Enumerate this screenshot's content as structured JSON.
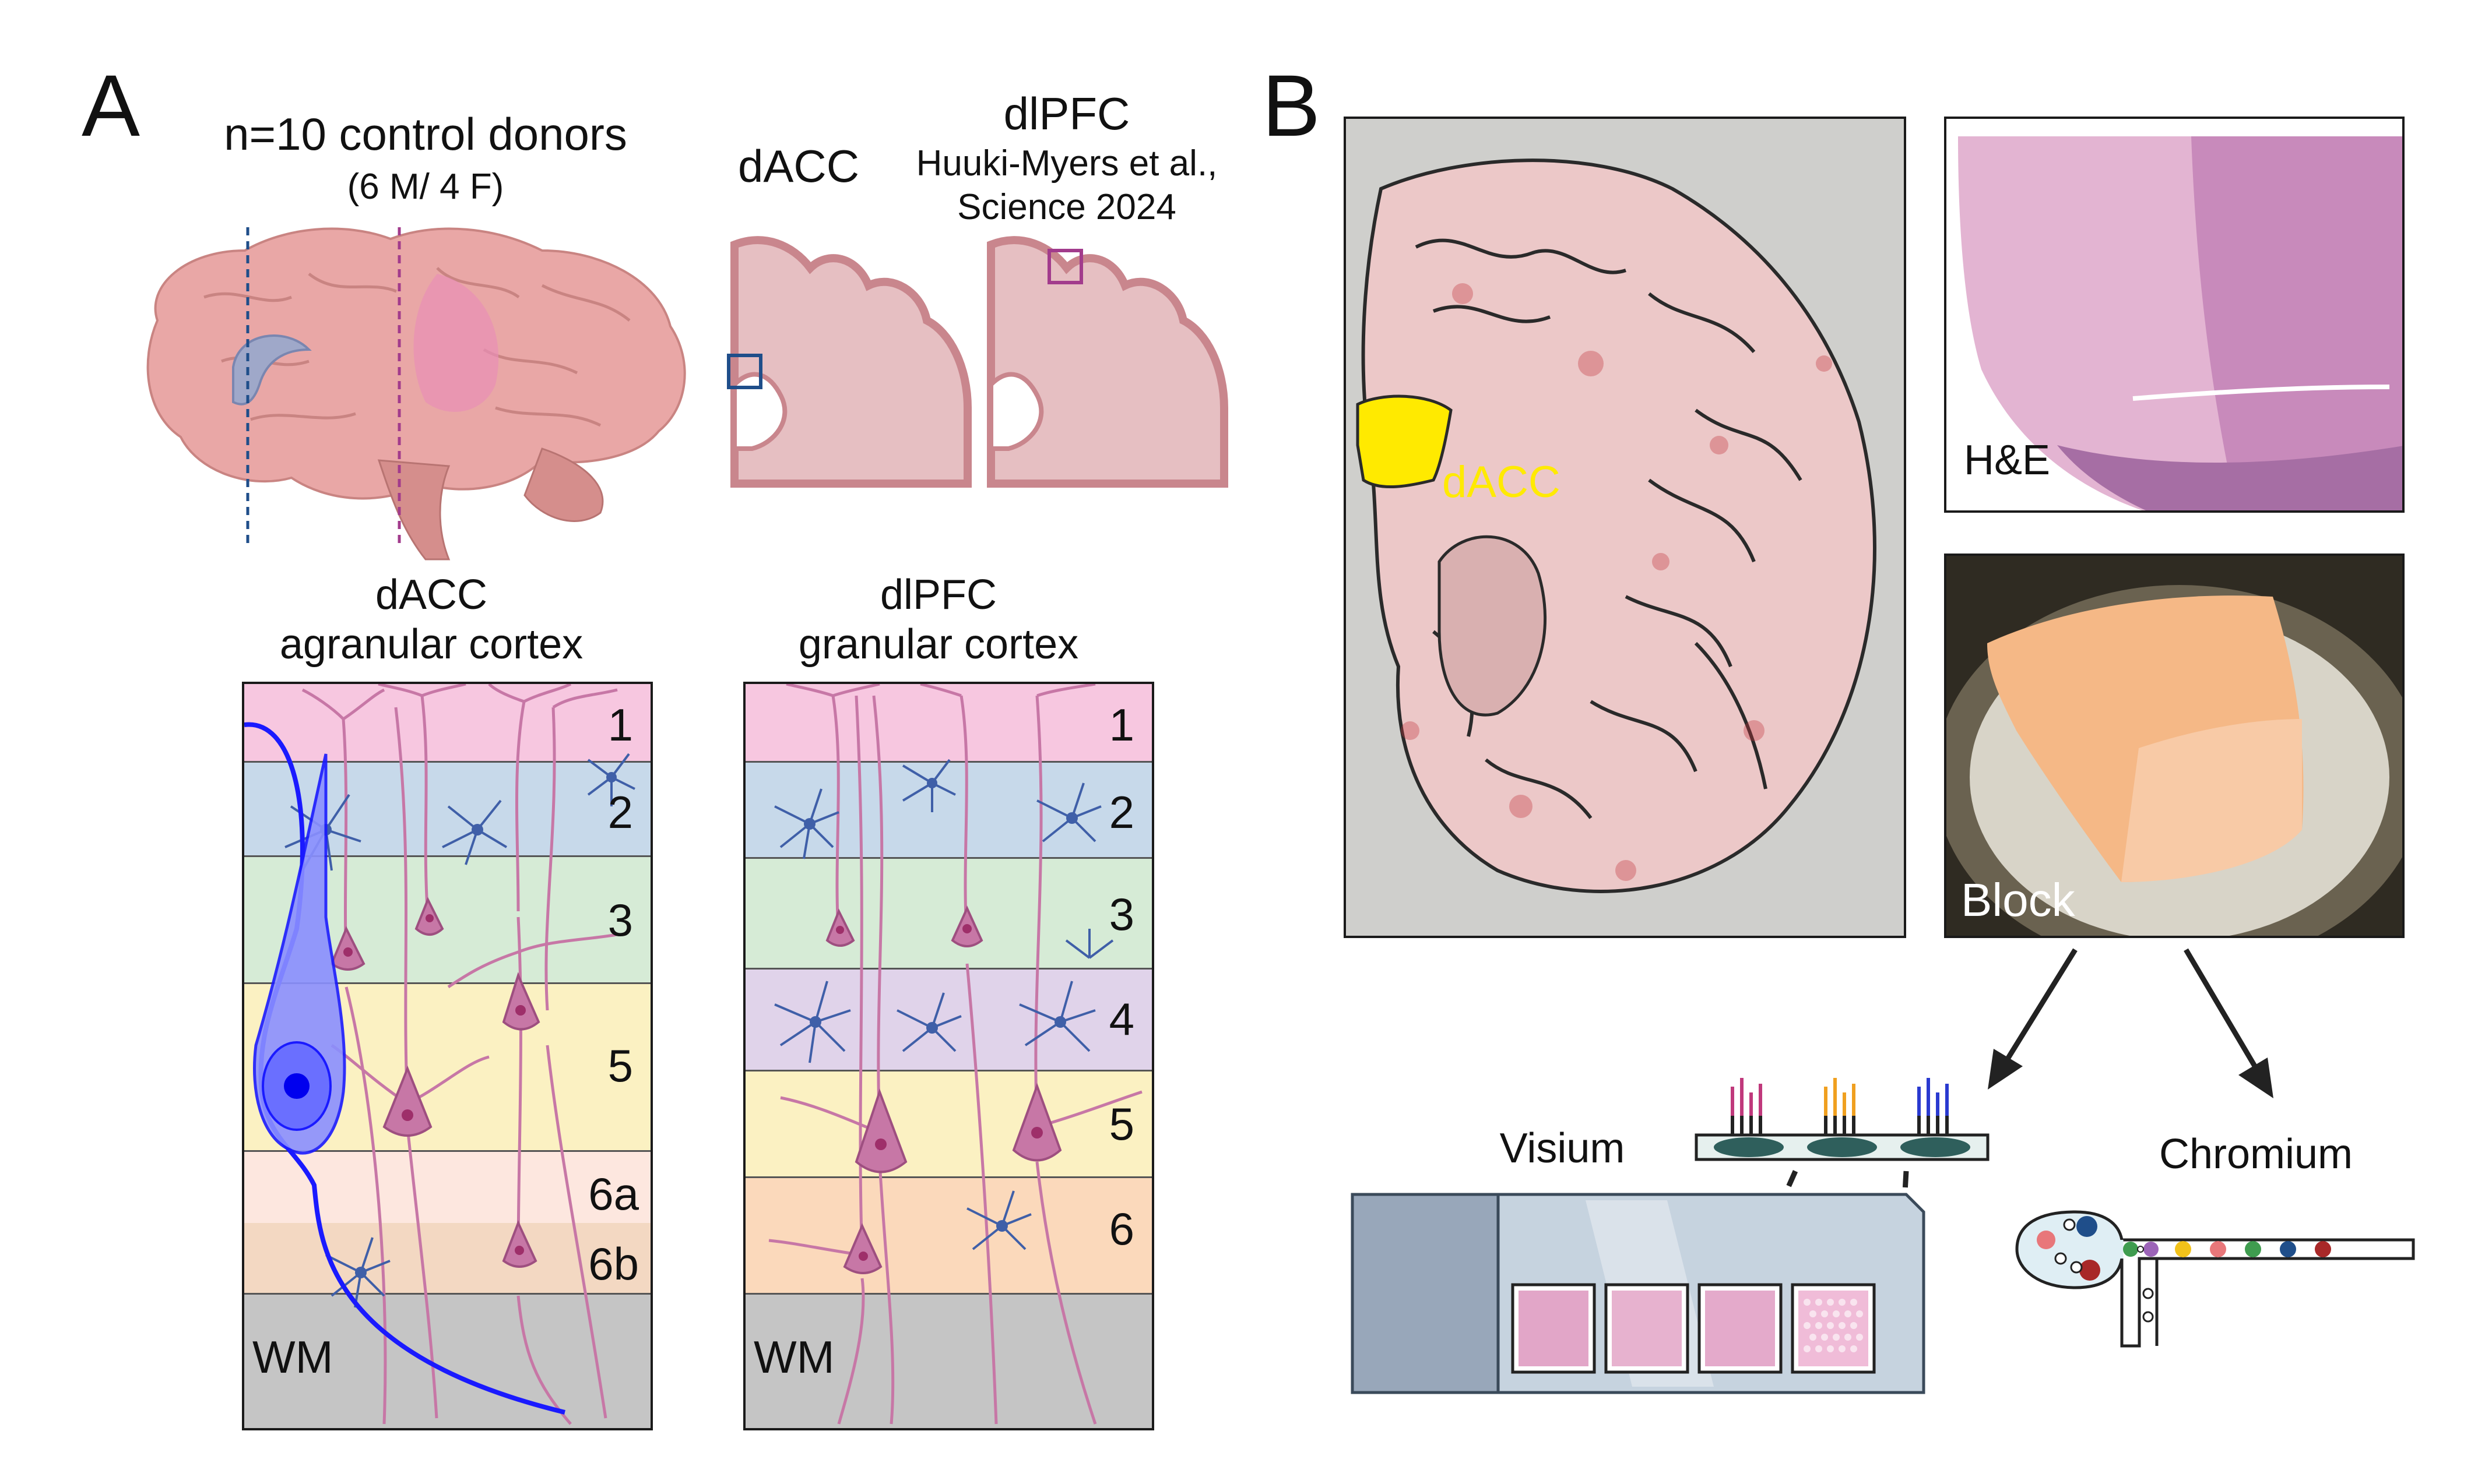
{
  "panelA": {
    "letter": "A",
    "title": "n=10 control donors",
    "subtitle": "(6 M/ 4 F)",
    "region1": "dACC",
    "region2": "dlPFC",
    "citation_line1": "Huuki-Myers et al.,",
    "citation_line2": "Science 2024",
    "left_column": {
      "title_line1": "dACC",
      "title_line2": "agranular cortex",
      "layers": [
        "1",
        "2",
        "3",
        "5",
        "6a",
        "6b",
        "WM"
      ]
    },
    "right_column": {
      "title_line1": "dlPFC",
      "title_line2": "granular cortex",
      "layers": [
        "1",
        "2",
        "3",
        "4",
        "5",
        "6",
        "WM"
      ]
    }
  },
  "panelB": {
    "letter": "B",
    "section_label": "dACC",
    "he_label": "H&E",
    "block_label": "Block",
    "visium_label": "Visium",
    "chromium_label": "Chromium"
  },
  "colors": {
    "layer1": "#f7c7e0",
    "layer2": "#c7d9ea",
    "layer3": "#d6ebd6",
    "layer4": "#e0d3ea",
    "layer5": "#fbf1c2",
    "layer6a": "#fde7df",
    "layer6b": "#f3d8c2",
    "layer6": "#fbd9bb",
    "wm": "#c5c5c5",
    "pyramidal": "#c777a6",
    "interneuron": "#3f5fa8",
    "vonEconomo": "#1a1aff",
    "dacc_highlight": "#ffea00"
  }
}
